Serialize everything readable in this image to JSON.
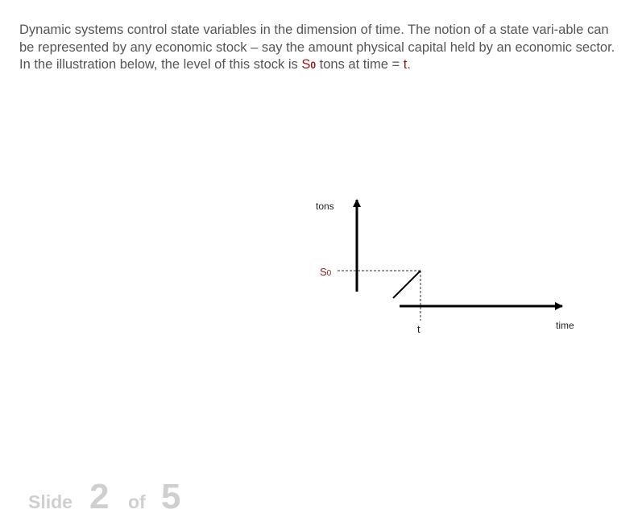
{
  "intro": {
    "part1": "Dynamic systems control state variables in the dimension of time. The notion of a state vari-able can be represented by any economic stock – say the amount physical capital held by an economic sector. In the illustration below, the level of this stock is ",
    "stock_letter": "S",
    "stock_sub": "0",
    "part2": " tons at time = ",
    "time_symbol": "t",
    "part3": "."
  },
  "diagram": {
    "y_label": "tons",
    "x_label": "time",
    "level_letter": "S",
    "level_sub": "0",
    "time_tick": "t"
  },
  "footer": {
    "slide_word": "Slide",
    "current": "2",
    "of_word": "of",
    "total": "5"
  },
  "colors": {
    "highlight": "#8b1a1a",
    "body_text": "#555555",
    "footer_text": "#cfcfcf"
  }
}
